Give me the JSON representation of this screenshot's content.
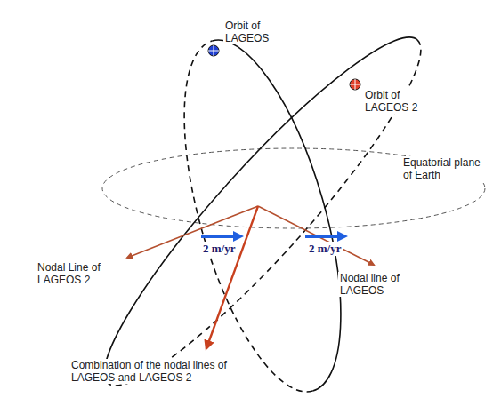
{
  "diagram": {
    "labels": [
      "Orbit of LAGEOS",
      "Orbit of LAGEOS 2",
      "Equatorial plane of Earth",
      "2 m/yr",
      "2 m/yr",
      "Nodal Line of LAGEOS 2",
      "Nodal line of LAGEOS",
      "Combination of the nodal lines of LAGEOS and LAGEOS 2"
    ]
  }
}
